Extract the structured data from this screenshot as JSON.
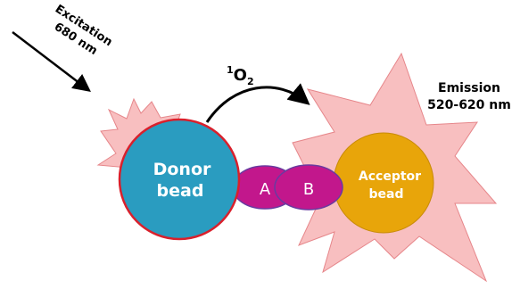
{
  "excitation": {
    "line1": "Excitation",
    "line2": "680 nm"
  },
  "singlet_oxygen": {
    "superscript": "1",
    "symbol": "O",
    "subscript": "2"
  },
  "emission": {
    "line1": "Emission",
    "line2": "520-620 nm"
  },
  "donor": {
    "line1": "Donor",
    "line2": "bead"
  },
  "acceptor": {
    "line1": "Acceptor",
    "line2": "bead"
  },
  "molecule_a": "A",
  "molecule_b": "B",
  "colors": {
    "donor_fill": "#2a9cc0",
    "donor_stroke": "#d9202c",
    "acceptor_fill": "#e8a50a",
    "burst_fill": "#f8bfc0",
    "burst_stroke": "#e6868a",
    "molecule_fill": "#c2178c",
    "molecule_stroke": "#6a3aa0"
  }
}
